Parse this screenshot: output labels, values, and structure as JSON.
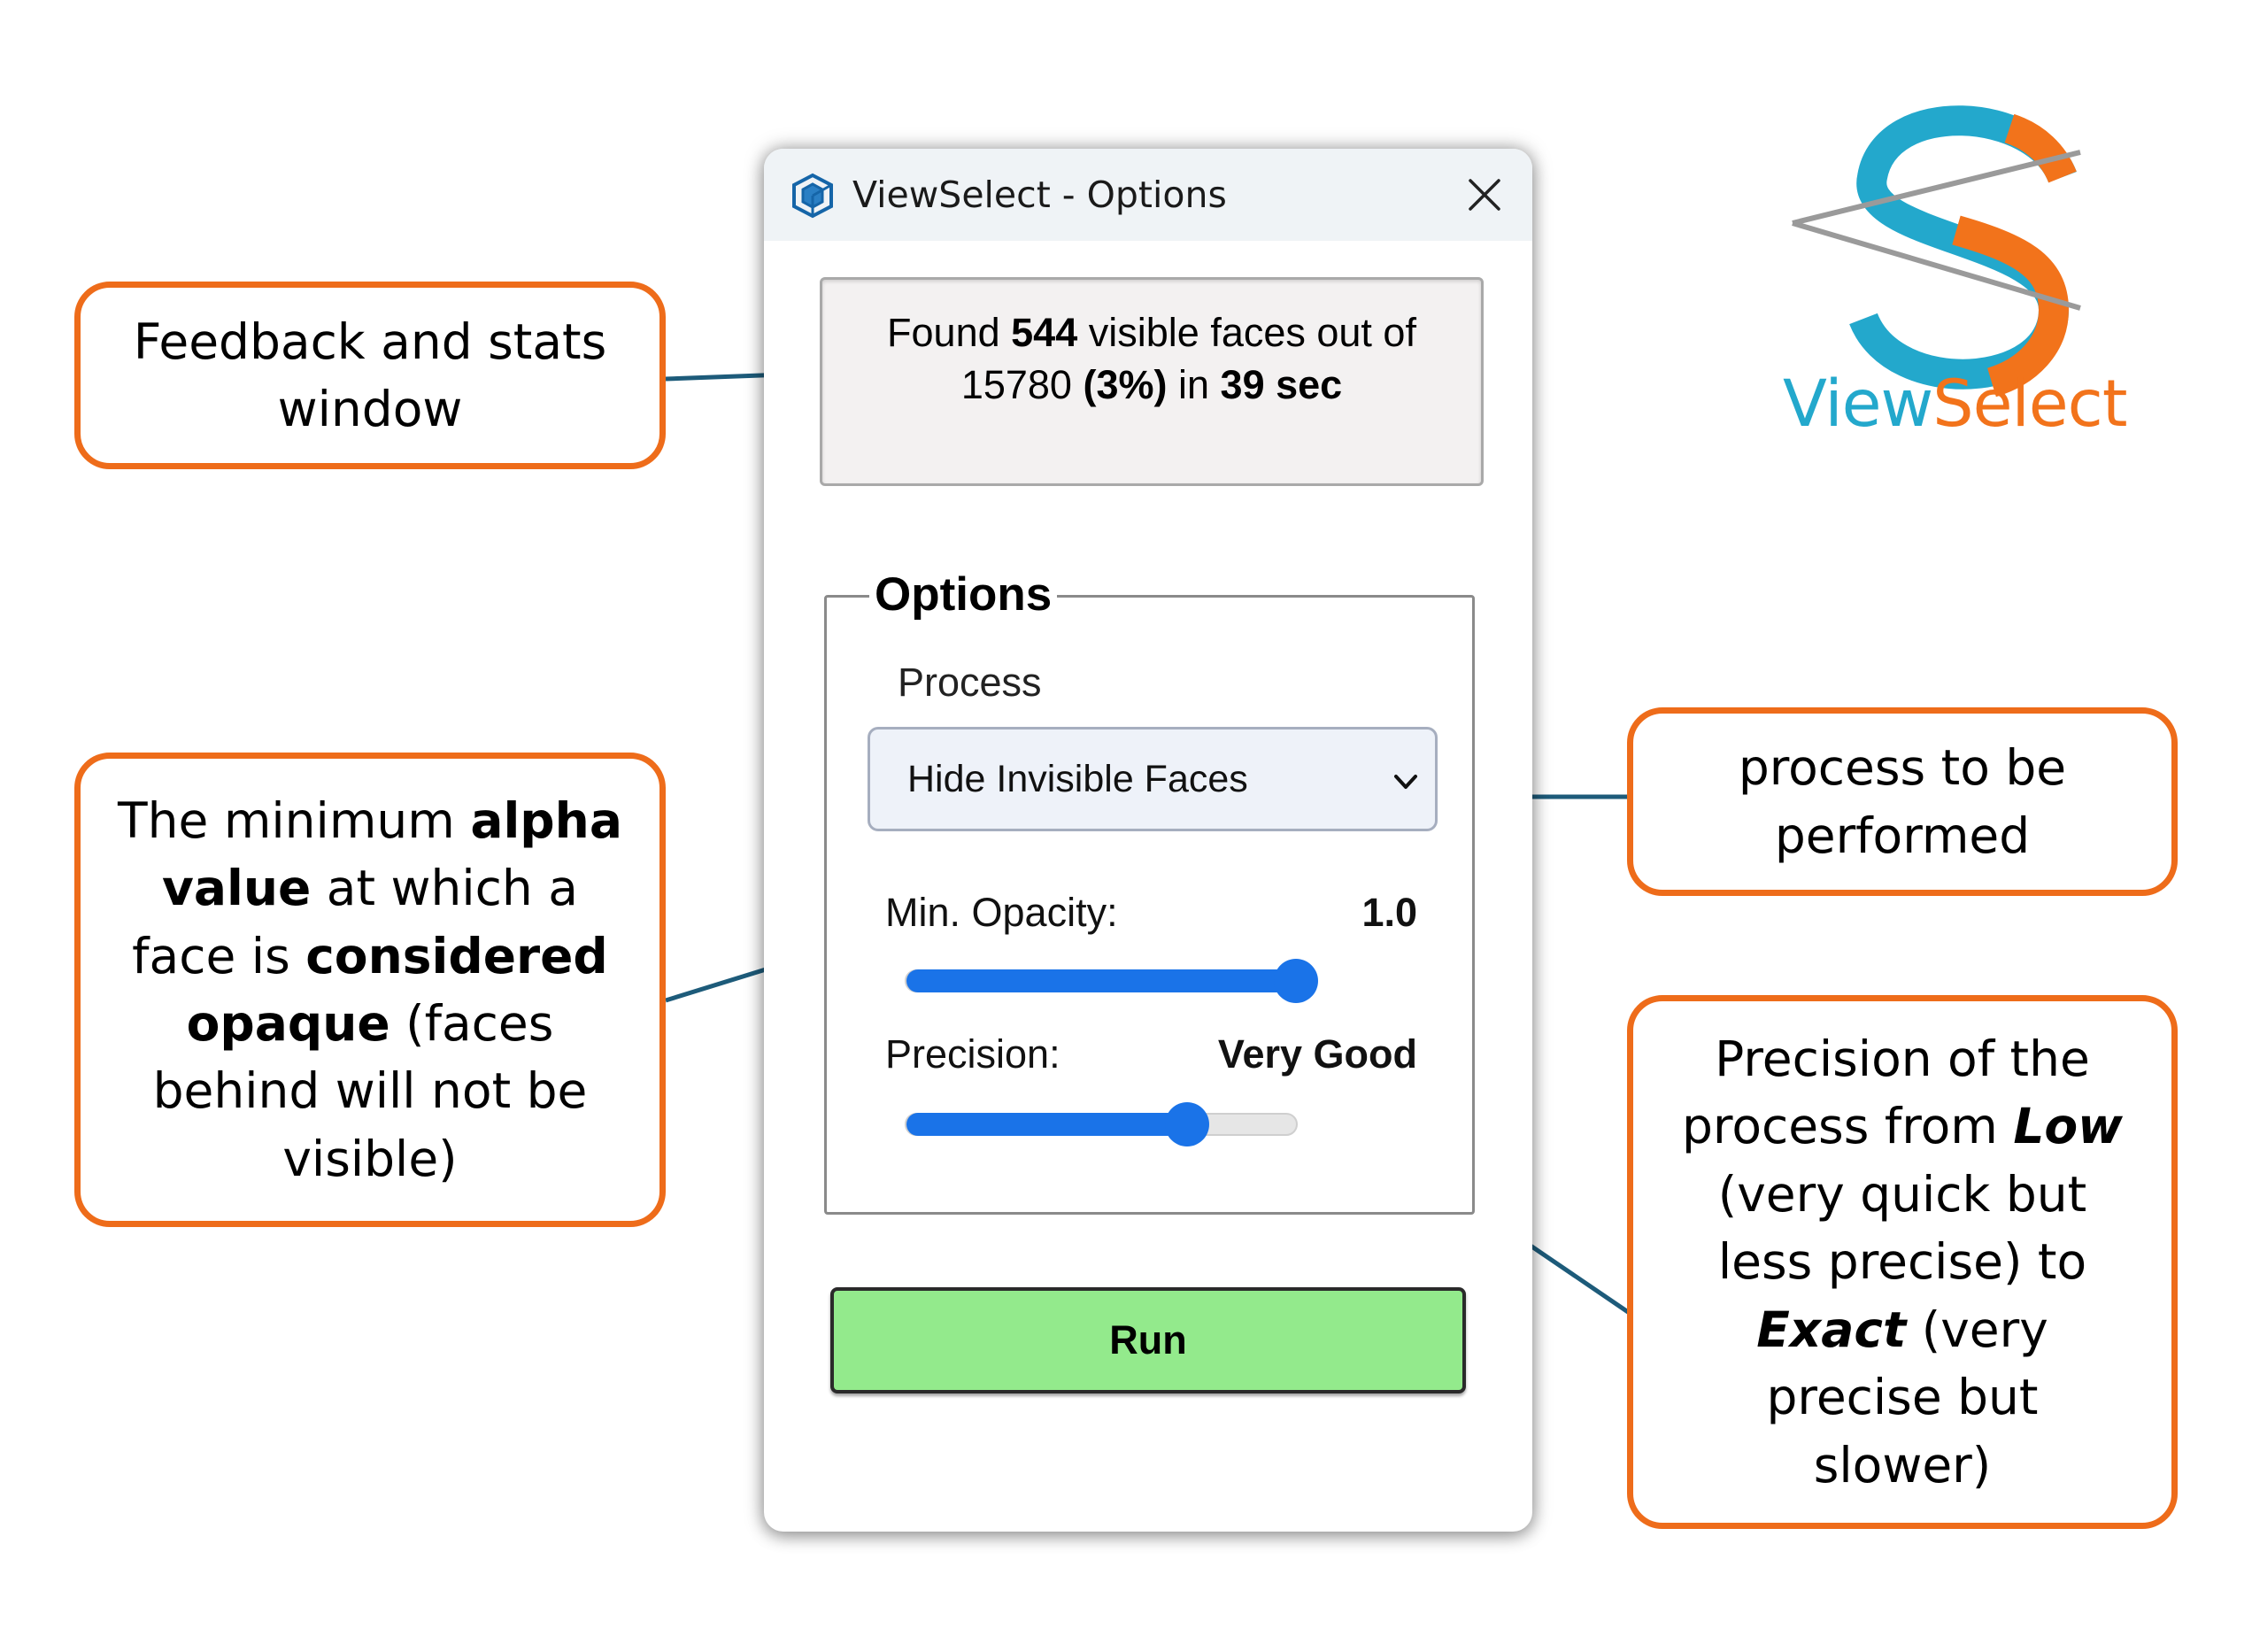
{
  "dialog": {
    "title": "ViewSelect - Options",
    "app_icon": "sketchup-icon",
    "close_icon": "close-icon",
    "stats": {
      "found_label": "Found",
      "visible_count": "544",
      "mid_text": "visible faces out of",
      "total_count": "15780",
      "percent": "(3%)",
      "in_label": "in",
      "time": "39 sec"
    },
    "options": {
      "legend": "Options",
      "process_label": "Process",
      "process_value": "Hide Invisible Faces",
      "opacity_label": "Min. Opacity:",
      "opacity_value": "1.0",
      "opacity_level": 1.0,
      "precision_label": "Precision:",
      "precision_value": "Very Good",
      "precision_level": 0.72
    },
    "run_label": "Run"
  },
  "callouts": {
    "feedback": [
      "Feedback and stats",
      "window"
    ],
    "alpha": {
      "l1_pre": "The minimum ",
      "l1_bold": "alpha",
      "l2_bold": "value",
      "l2_post": " at which a",
      "l3_pre": "face is ",
      "l3_bold": "considered",
      "l4_bold": "opaque",
      "l4_post": " (faces",
      "l5": "behind will not be",
      "l6": "visible)"
    },
    "process": [
      "process to be",
      "performed"
    ],
    "precision": {
      "l1": "Precision of the",
      "l2_pre": "process from ",
      "l2_bold": "Low",
      "l3": "(very quick but",
      "l4": "less precise) to",
      "l5_bold": "Exact",
      "l5_post": " (very",
      "l6": "precise but",
      "l7": "slower)"
    }
  },
  "logo": {
    "part1": "View",
    "part2": "Select"
  },
  "colors": {
    "callout_border": "#ee6c1a",
    "connector": "#1d5b7a",
    "slider": "#1a73e8",
    "run_button": "#93ea8c",
    "logo_blue": "#23a8cc",
    "logo_orange": "#f2731b"
  }
}
